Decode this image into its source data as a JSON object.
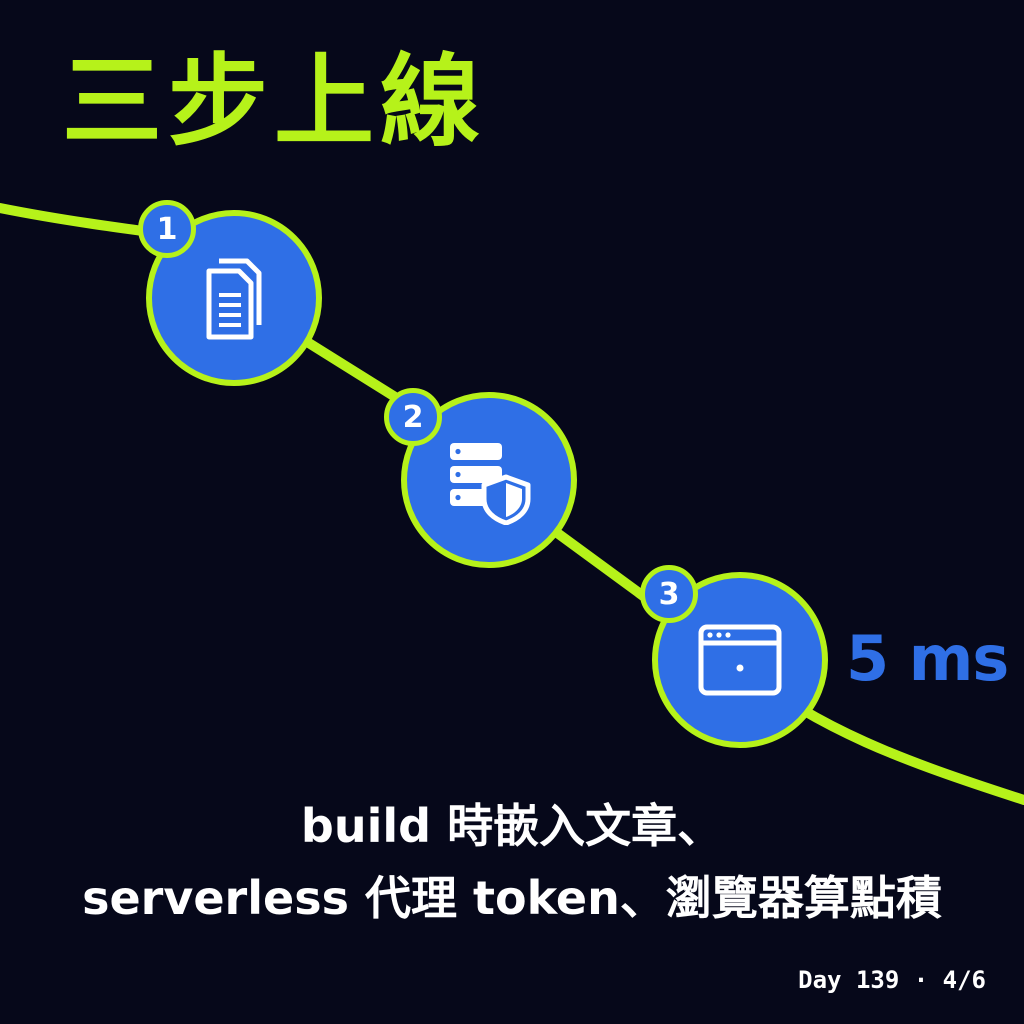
{
  "title": "三步上線",
  "steps": [
    {
      "number": "1",
      "icon": "documents-icon"
    },
    {
      "number": "2",
      "icon": "server-shield-icon"
    },
    {
      "number": "3",
      "icon": "browser-window-icon"
    }
  ],
  "latency": "5 ms",
  "caption": {
    "line1": "build 時嵌入文章、",
    "line2": "serverless 代理 token、瀏覽器算點積"
  },
  "footer": "Day 139 · 4/6",
  "colors": {
    "background": "#06081a",
    "accent_green": "#b6f21a",
    "accent_blue": "#2f6fe6",
    "text": "#ffffff"
  }
}
